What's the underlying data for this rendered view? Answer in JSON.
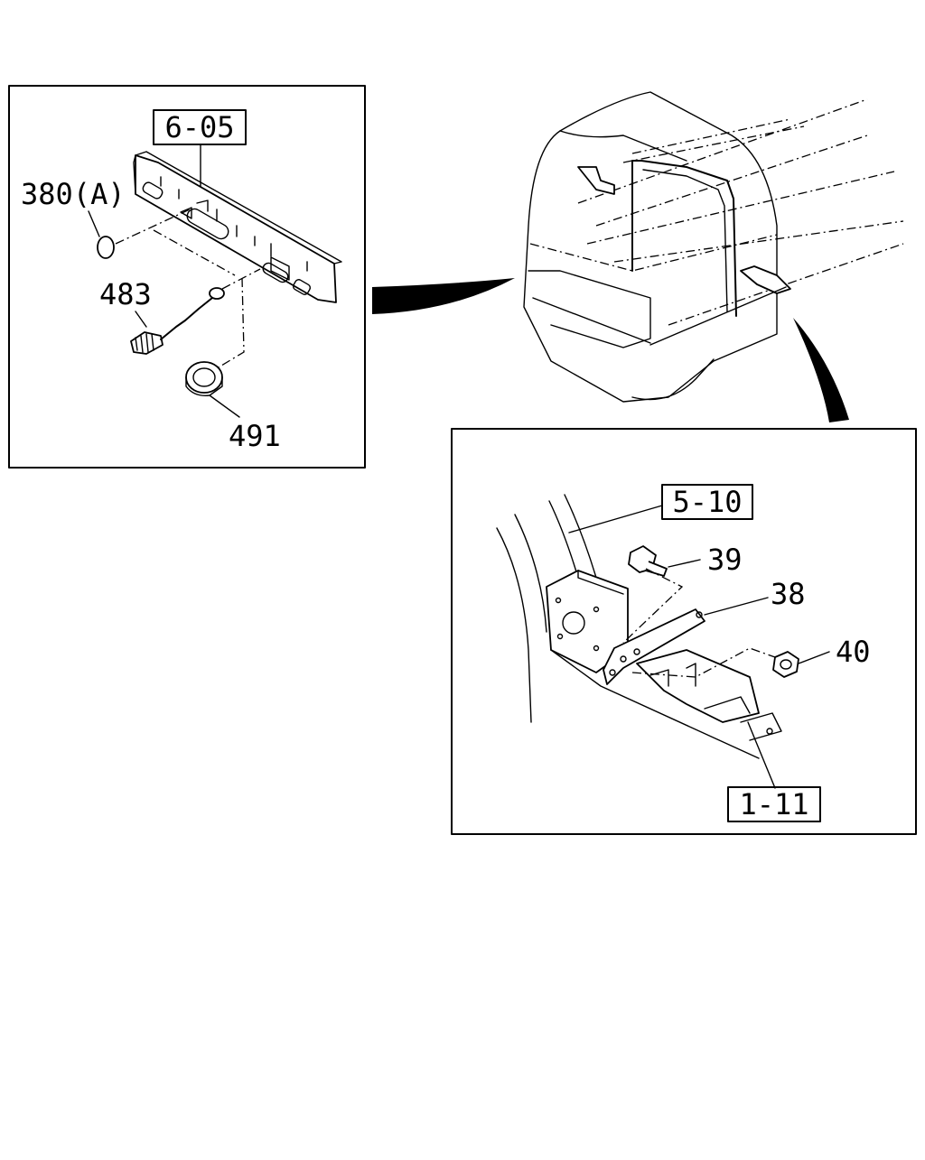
{
  "callouts": {
    "ref_6_05": "6-05",
    "p380a": "380(A)",
    "p483": "483",
    "p491": "491",
    "ref_5_10": "5-10",
    "p39": "39",
    "p38": "38",
    "p40": "40",
    "ref_1_11": "1-11"
  }
}
